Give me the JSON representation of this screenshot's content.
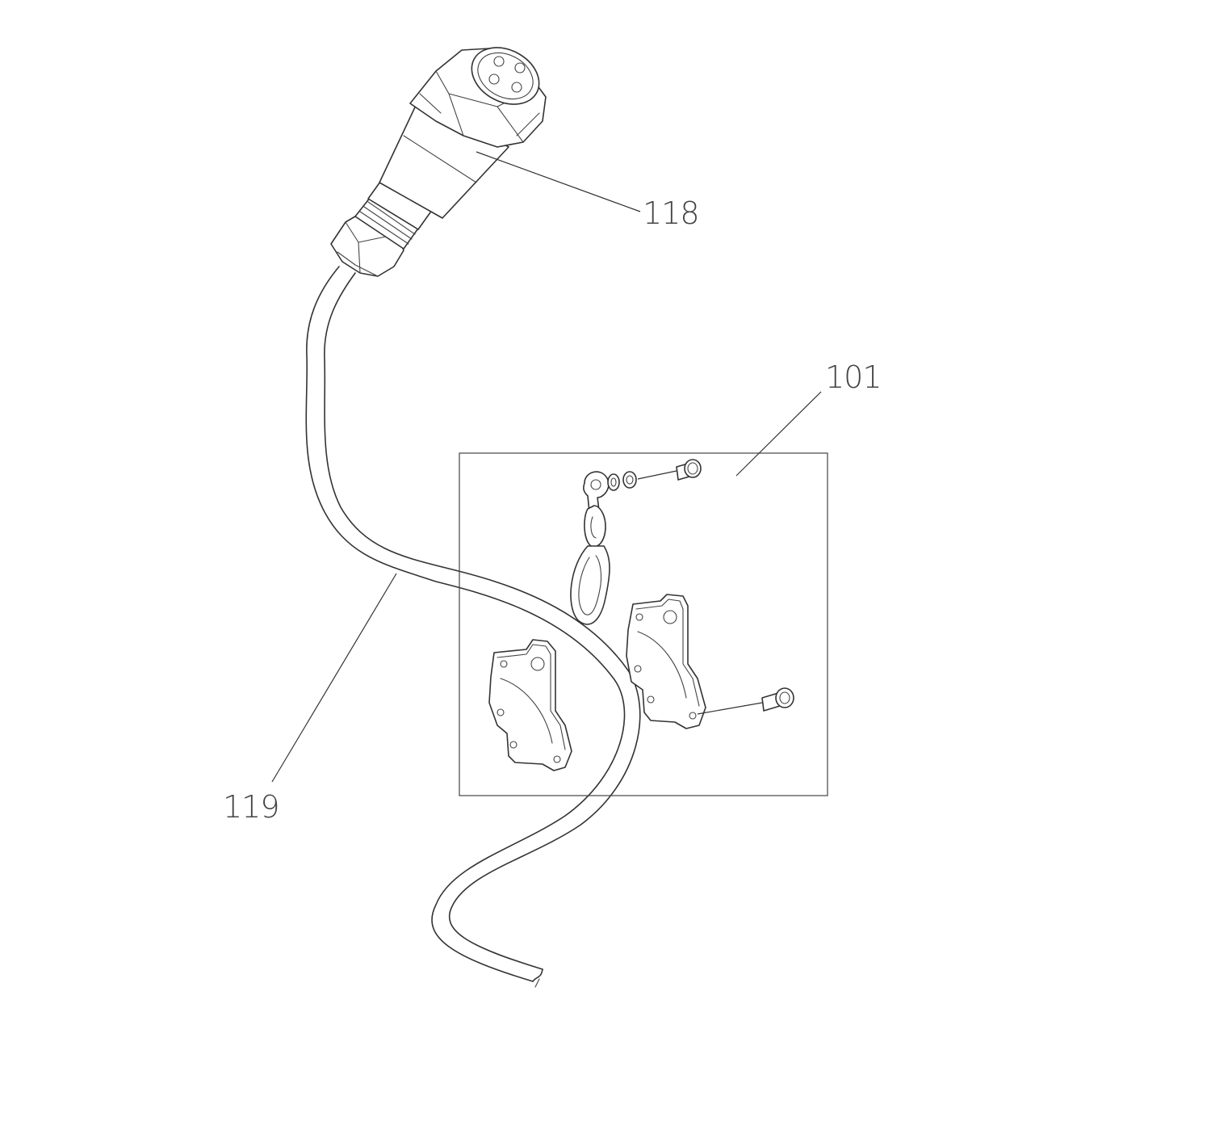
{
  "callouts": {
    "connector": "118",
    "kit": "101",
    "cable": "119"
  }
}
